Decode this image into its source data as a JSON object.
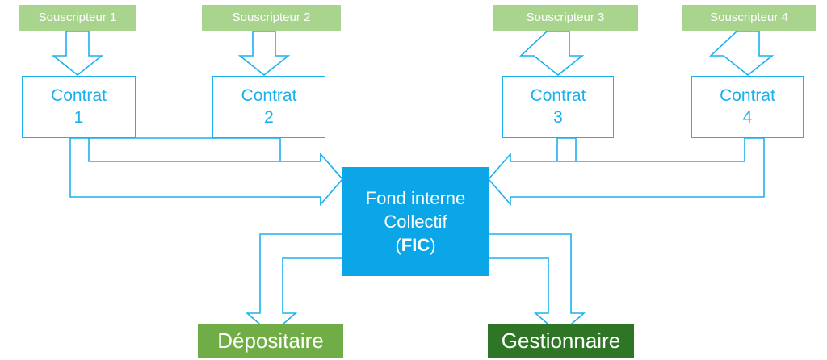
{
  "diagram": {
    "title_text": "Fond interne Collectif (FIC)",
    "colors": {
      "subscriber_green": "#A9D48E",
      "contract_blue": "#1BB0EE",
      "fic_blue": "#0BA6E8",
      "depositaire_green": "#70AD47",
      "gestionnaire_green": "#2E7526",
      "arrow_stroke": "#1BB0EE",
      "arrow_fill": "#FFFFFF",
      "text_white": "#FFFFFF",
      "background": "#FFFFFF"
    }
  },
  "subscribers": [
    {
      "label": "Souscripteur 1"
    },
    {
      "label": "Souscripteur 2"
    },
    {
      "label": "Souscripteur 3"
    },
    {
      "label": "Souscripteur 4"
    }
  ],
  "contracts": [
    {
      "line1": "Contrat",
      "line2": "1"
    },
    {
      "line1": "Contrat",
      "line2": "2"
    },
    {
      "line1": "Contrat",
      "line2": "3"
    },
    {
      "line1": "Contrat",
      "line2": "4"
    }
  ],
  "fund": {
    "line1": "Fond interne",
    "line2": "Collectif",
    "line3_prefix": "(",
    "line3_bold": "FIC",
    "line3_suffix": ")"
  },
  "outputs": [
    {
      "label": "Dépositaire"
    },
    {
      "label": "Gestionnaire"
    }
  ],
  "connectors": {
    "subscriber_to_contract": "down-block-arrow",
    "contracts_left_to_fund": "right-block-arrow",
    "contracts_right_to_fund": "left-block-arrow",
    "fund_to_depositaire": "down-left-block-arrow",
    "fund_to_gestionnaire": "down-right-block-arrow"
  }
}
